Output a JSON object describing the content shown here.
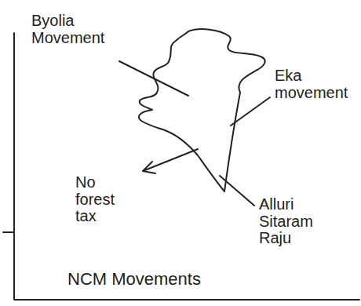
{
  "diagram": {
    "caption": "NCM Movements",
    "labels": [
      "Byolia Movement",
      "Eka movement",
      "No forest tax",
      "Alluri Sitaram Raju"
    ]
  }
}
